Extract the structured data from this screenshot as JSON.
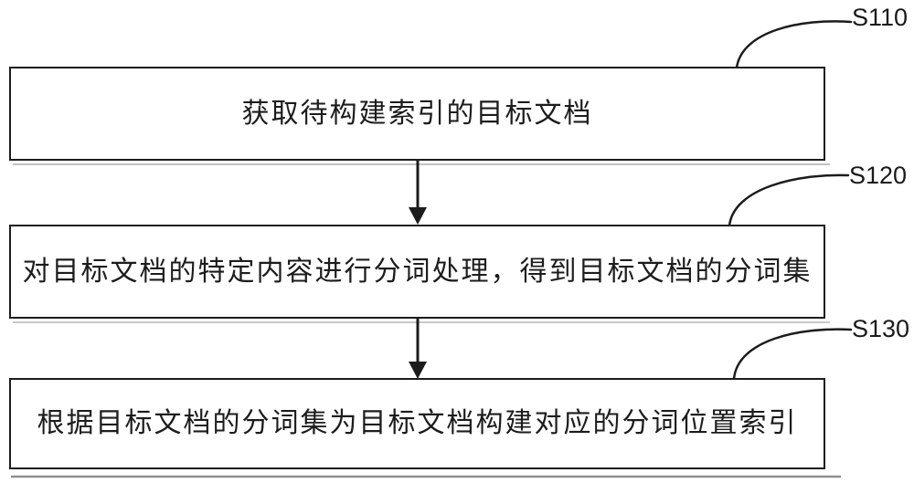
{
  "page": {
    "background_color": "#ffffff"
  },
  "diagram": {
    "type": "flowchart",
    "orientation": "top-down",
    "colors": {
      "stroke": "#1c1c1c",
      "text": "#1c1c1c",
      "shadow": "#9e9e9e"
    },
    "steps": [
      {
        "id": "S110",
        "text": "获取待构建索引的目标文档"
      },
      {
        "id": "S120",
        "text": "对目标文档的特定内容进行分词处理，得到目标文档的分词集"
      },
      {
        "id": "S130",
        "text": "根据目标文档的分词集为目标文档构建对应的分词位置索引"
      }
    ]
  }
}
